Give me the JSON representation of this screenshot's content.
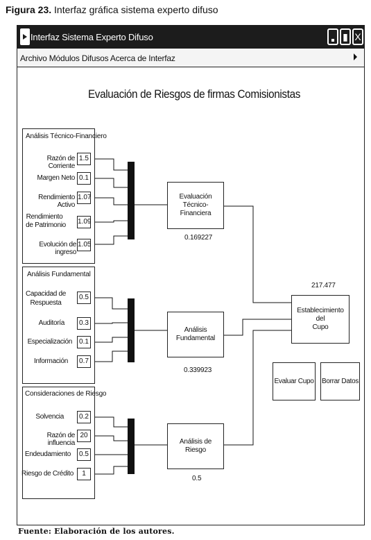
{
  "caption": {
    "label": "Figura 23.",
    "text": "Interfaz gráfica sistema experto difuso"
  },
  "window": {
    "title": "Interfaz Sistema Experto Difuso",
    "controls": [
      "▮",
      "X"
    ]
  },
  "menu": {
    "text": "Archivo Módulos Difusos Acerca de Interfaz"
  },
  "main_title": "Evaluación de Riesgos de firmas Comisionistas",
  "groups": {
    "tecnico": {
      "title": "Análisis Técnico-Financiero",
      "inputs": [
        {
          "label": "Razón de Corriente",
          "value": "1.5"
        },
        {
          "label": "Margen Neto",
          "value": "0.1"
        },
        {
          "label": "Rendimiento Activo",
          "value": "1.07"
        },
        {
          "label_line1": "Rendimiento",
          "label_line2": "de Patrimonio",
          "value": "1.09"
        },
        {
          "label": "Evolución de ingreso",
          "value": "1.05"
        }
      ]
    },
    "fundamental": {
      "title": "Análisis Fundamental",
      "inputs": [
        {
          "label_line1": "Capacidad de",
          "label_line2": "Respuesta",
          "value": "0.5"
        },
        {
          "label": "Auditoría",
          "value": "0.3"
        },
        {
          "label": "Especialización",
          "value": "0.1"
        },
        {
          "label": "Información",
          "value": "0.7"
        }
      ]
    },
    "riesgo": {
      "title": "Consideraciones de Riesgo",
      "inputs": [
        {
          "label": "Solvencia",
          "value": "0.2"
        },
        {
          "label": "Razón de influencia",
          "value": "20"
        },
        {
          "label": "Endeudamiento",
          "value": "0.5"
        },
        {
          "label": "Riesgo de Crédito",
          "value": "1"
        }
      ]
    }
  },
  "nodes": {
    "tecnico": {
      "line1": "Evaluación",
      "line2": "Técnico-Financiera",
      "output": "0.169227"
    },
    "fundamental": {
      "line1": "Análisis",
      "line2": "Fundamental",
      "output": "0.339923"
    },
    "riesgo": {
      "line1": "Análisis de Riesgo",
      "output": "0.5"
    },
    "cupo": {
      "line1": "Establecimiento del",
      "line2": "Cupo",
      "output": "217.477"
    }
  },
  "buttons": {
    "evaluar": "Evaluar Cupo",
    "borrar": "Borrar Datos"
  },
  "source": "Fuente: Elaboración de los autores."
}
